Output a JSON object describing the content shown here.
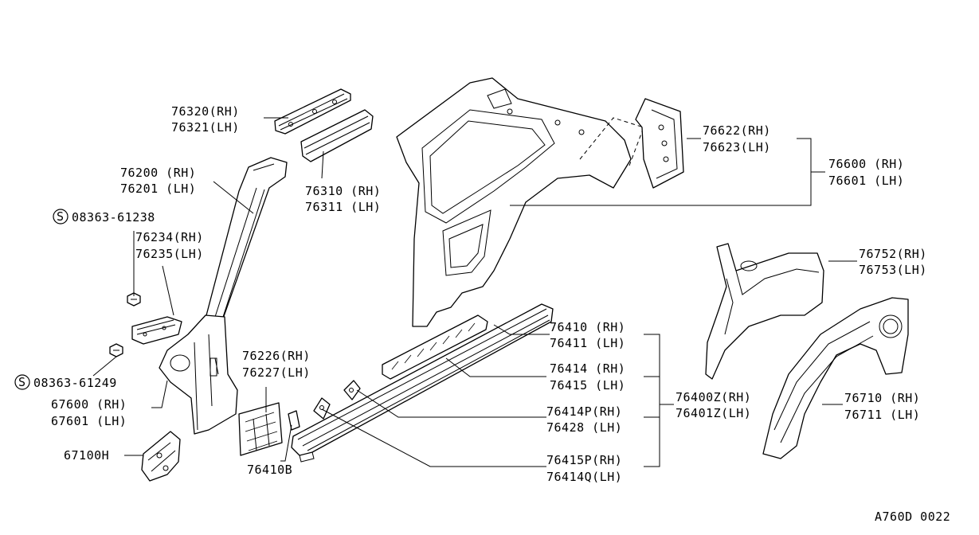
{
  "diagram_id": "A760D 0022",
  "symbol_letter": "S",
  "labels": {
    "p76320": "76320(RH)",
    "p76321": "76321(LH)",
    "p76200": "76200 (RH)",
    "p76201": "76201 (LH)",
    "p76310": "76310 (RH)",
    "p76311": "76311 (LH)",
    "p08363a": "08363-61238",
    "p76234": "76234(RH)",
    "p76235": "76235(LH)",
    "p08363b": "08363-61249",
    "p67600": "67600 (RH)",
    "p67601": "67601 (LH)",
    "p67100": "67100H",
    "p76226": "76226(RH)",
    "p76227": "76227(LH)",
    "p76410b": "76410B",
    "p76410": "76410 (RH)",
    "p76411": "76411 (LH)",
    "p76414": "76414 (RH)",
    "p76415": "76415 (LH)",
    "p76414p": "76414P(RH)",
    "p76428": "76428 (LH)",
    "p76415p": "76415P(RH)",
    "p76414q": "76414Q(LH)",
    "p76400z": "76400Z(RH)",
    "p76401z": "76401Z(LH)",
    "p76622": "76622(RH)",
    "p76623": "76623(LH)",
    "p76600": "76600 (RH)",
    "p76601": "76601 (LH)",
    "p76752": "76752(RH)",
    "p76753": "76753(LH)",
    "p76710": "76710 (RH)",
    "p76711": "76711 (LH)"
  }
}
